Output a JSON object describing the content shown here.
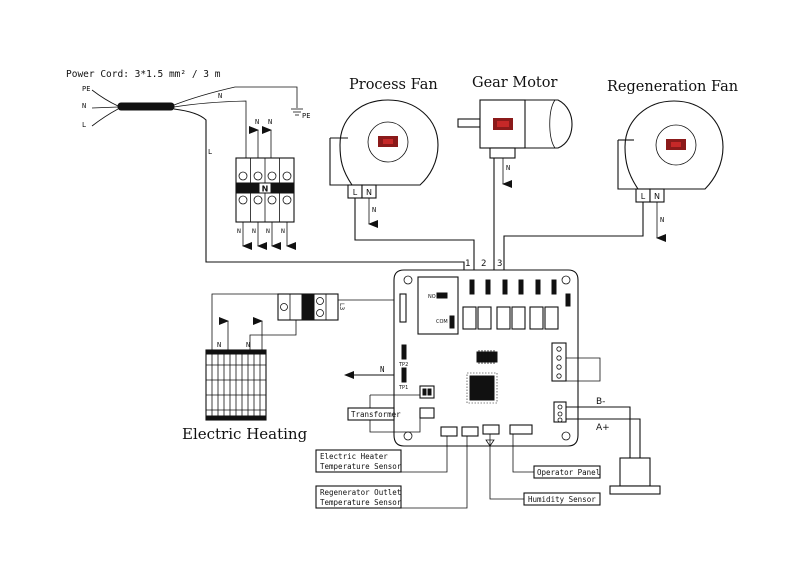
{
  "power_cord": {
    "title": "Power Cord: 3*1.5 mm² / 3 m",
    "pe": "PE",
    "n": "N",
    "l": "L",
    "wire_n": "N",
    "wire_l": "L",
    "ground": "PE"
  },
  "breaker": {
    "center": "N",
    "top_left": "N",
    "top_right": "N",
    "bottom": [
      "N",
      "N",
      "N",
      "N"
    ]
  },
  "process_fan": {
    "title": "Process  Fan",
    "l": "L",
    "n": "N",
    "out": "N"
  },
  "gear_motor": {
    "title": "Gear Motor",
    "out": "N"
  },
  "regen_fan": {
    "title": "Regeneration Fan",
    "l": "L",
    "n": "N",
    "out": "N"
  },
  "board": {
    "ch1": "1",
    "ch2": "2",
    "ch3": "3",
    "relay_no": "NO",
    "relay_com": "COM",
    "l3": "L3",
    "tp2": "TP2",
    "tp1": "TP1",
    "n_out": "N",
    "b_minus": "B-",
    "a_plus": "A+"
  },
  "heater": {
    "title": "Electric Heating",
    "top": [
      "N",
      "N"
    ]
  },
  "labels": {
    "transformer": "Transformer",
    "heater_sensor": [
      "Electric Heater",
      "Temperature Sensor"
    ],
    "regen_sensor": [
      "Regenerator Outlet",
      "Temperature Sensor"
    ],
    "operator_panel": "Operator Panel",
    "humidity_sensor": "Humidity Sensor"
  }
}
